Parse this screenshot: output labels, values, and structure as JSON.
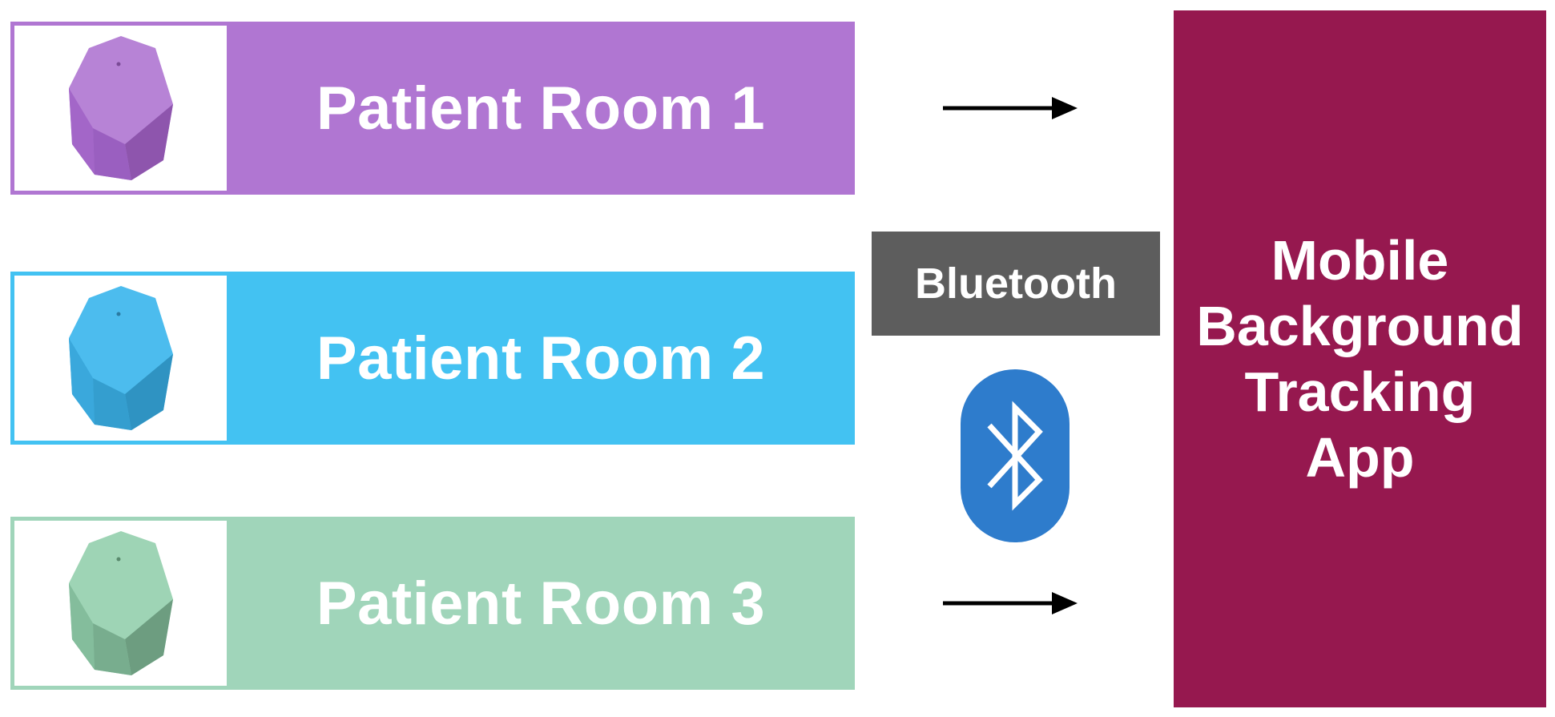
{
  "rooms": [
    {
      "label": "Patient Room 1",
      "color": "#b076d2",
      "beacon_light": "#b783d6",
      "beacon_dark": "#8e55ad",
      "beacon_mid": "#a366c8"
    },
    {
      "label": "Patient Room 2",
      "color": "#43c2f2",
      "beacon_light": "#4cbcee",
      "beacon_dark": "#2f93c2",
      "beacon_mid": "#3aa8dc"
    },
    {
      "label": "Patient Room 3",
      "color": "#a0d5ba",
      "beacon_light": "#9ed4b5",
      "beacon_dark": "#6d9d80",
      "beacon_mid": "#84bd9c"
    }
  ],
  "connection": {
    "label": "Bluetooth",
    "label_bg": "#5d5d5d",
    "icon": "bluetooth-icon",
    "icon_color": "#2e7ccc"
  },
  "app": {
    "lines": [
      "Mobile",
      "Background",
      "Tracking",
      "App"
    ],
    "color": "#96184f"
  },
  "arrows": {
    "icon": "right-arrow-icon",
    "color": "#000000"
  }
}
